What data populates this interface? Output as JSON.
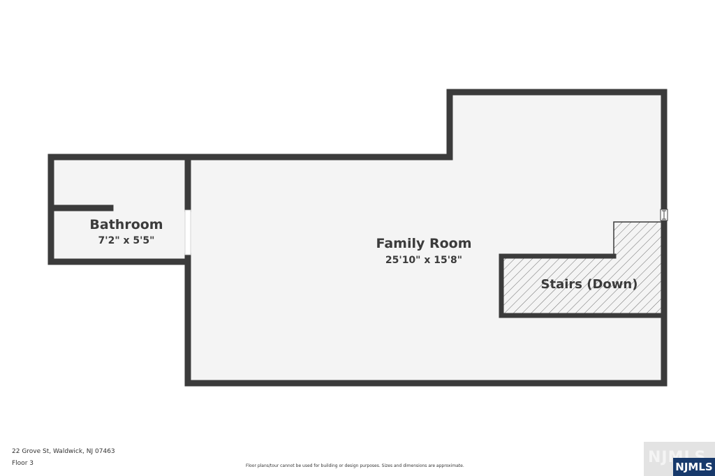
{
  "rooms": {
    "bathroom": {
      "name": "Bathroom",
      "dimensions": "7'2\" x 5'5\""
    },
    "family_room": {
      "name": "Family Room",
      "dimensions": "25'10\" x 15'8\""
    },
    "stairs": {
      "name": "Stairs (Down)"
    }
  },
  "footer": {
    "address": "22 Grove St, Waldwick, NJ 07463",
    "floor": "Floor 3",
    "disclaimer": "Floor plans/tour cannot be used for building or design purposes. Sizes and dimensions are approximate."
  },
  "logo": {
    "watermark": "NJMLS",
    "badge": "NJMLS"
  },
  "colors": {
    "wall": "#3b3b3b",
    "floor": "#f4f4f4",
    "logo_badge": "#17396b"
  }
}
